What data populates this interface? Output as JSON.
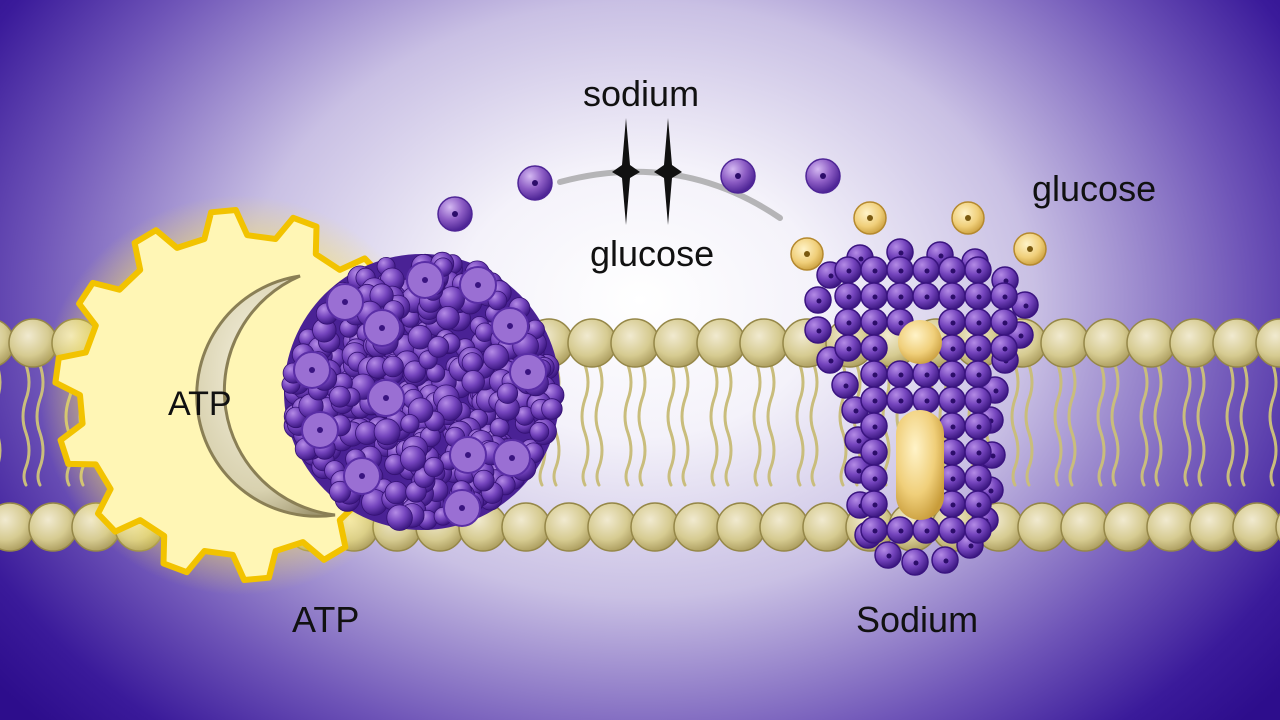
{
  "labels": {
    "sodium_top": "sodium",
    "glucose_mid": "glucose",
    "glucose_right": "glucose",
    "atp_inner": "ATP",
    "atp_bottom": "ATP",
    "sodium_bottom": "Sodium"
  },
  "colors": {
    "membrane_head": "#d6cb91",
    "membrane_head_shade": "#a8995a",
    "membrane_tail": "#c9bd7c",
    "protein_purple": "#6a3cae",
    "protein_dark": "#3f1a85",
    "sodium_ion": "#8c5cc4",
    "glucose_molecule": "#f0cf7a",
    "atp_glow": "#ffe94a",
    "atp_body": "#d9d2b0"
  }
}
